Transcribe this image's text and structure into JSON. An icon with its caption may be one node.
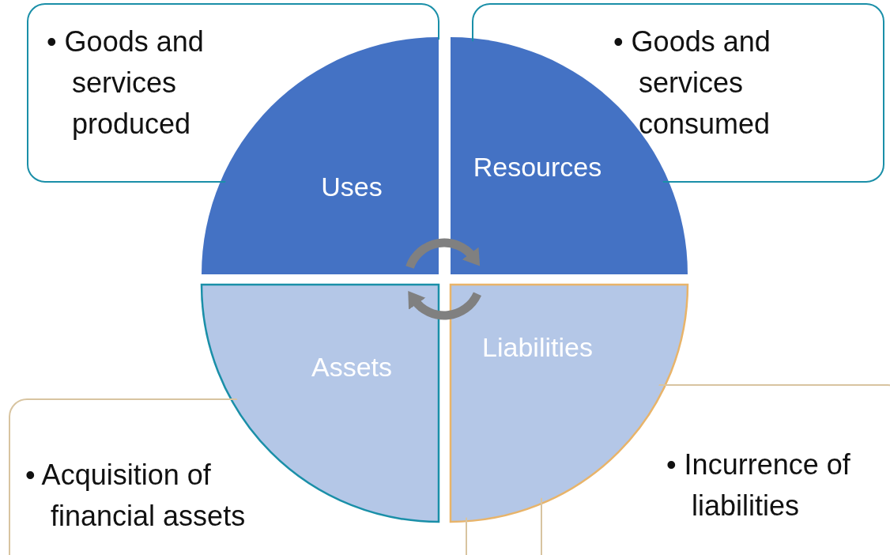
{
  "diagram": {
    "nodes": [
      {
        "text": [
          "• Goods and services produced"
        ]
      },
      {
        "text": [
          "• Goods and services consumed"
        ]
      },
      {
        "text": [
          "Uses"
        ]
      },
      {
        "text": [
          "Resources"
        ]
      },
      {
        "text": [
          "Assets"
        ]
      },
      {
        "text": [
          "Liabilities"
        ]
      },
      {
        "text": [
          "• Acquisition of financial assets"
        ]
      },
      {
        "text": [
          "• Incurrence of liabilities"
        ]
      }
    ],
    "edges": [
      {
        "from": 2,
        "to": 3,
        "arrow": "to"
      },
      {
        "from": 5,
        "to": 4,
        "arrow": "to"
      }
    ]
  }
}
